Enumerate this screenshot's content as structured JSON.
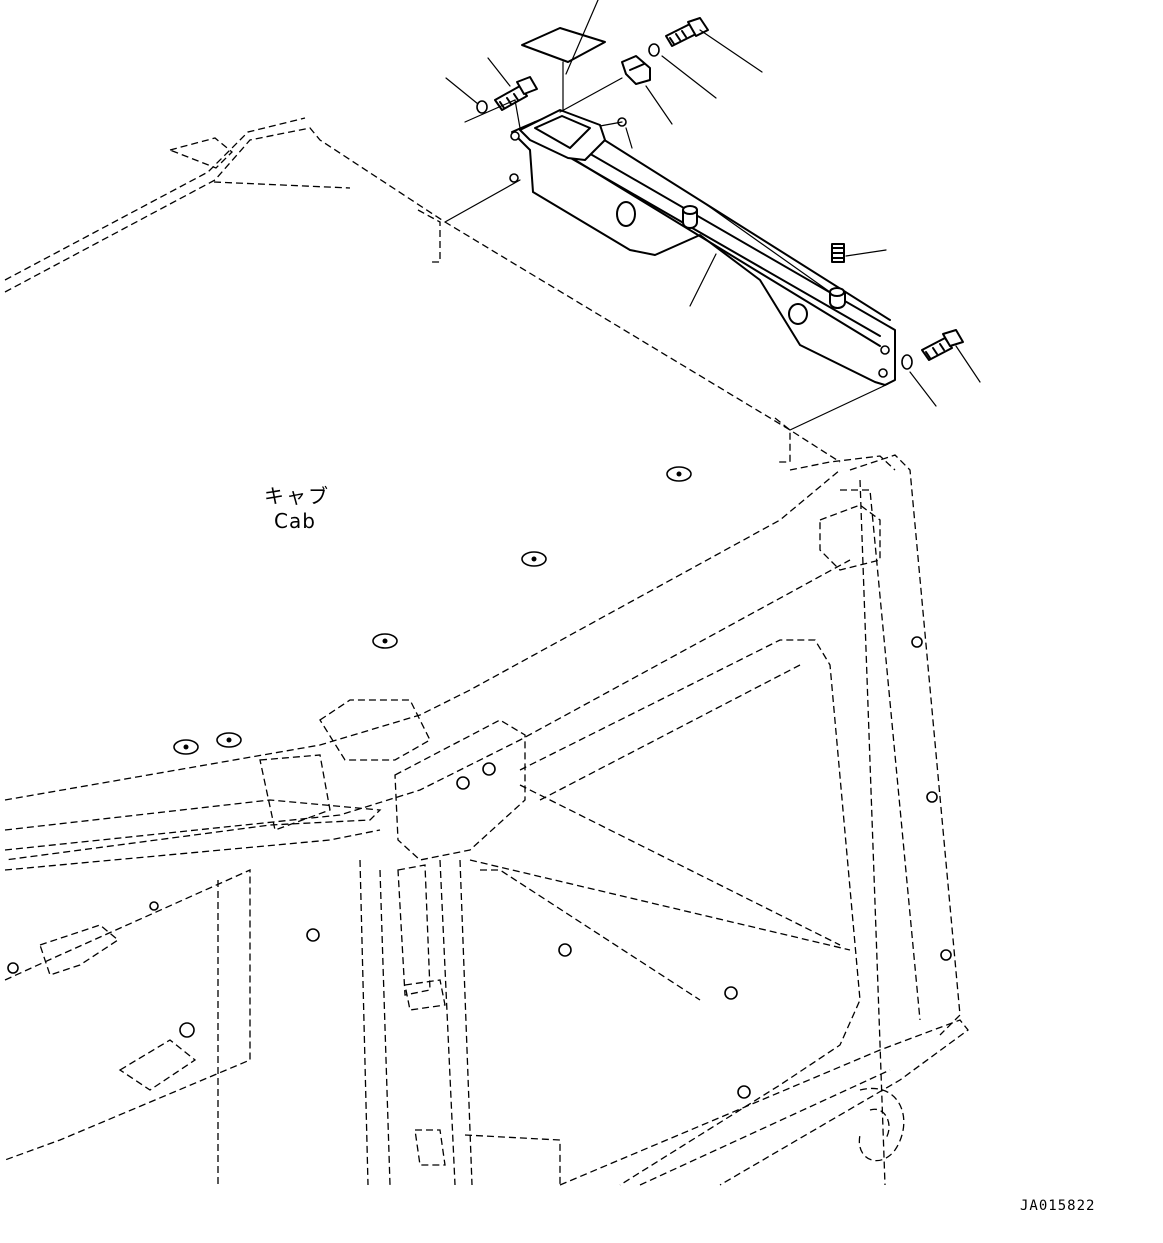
{
  "labels": {
    "cab_jp": "キャブ",
    "cab_en": "Cab"
  },
  "drawing_number": "JA015822",
  "colors": {
    "line": "#000000",
    "background": "#ffffff"
  }
}
